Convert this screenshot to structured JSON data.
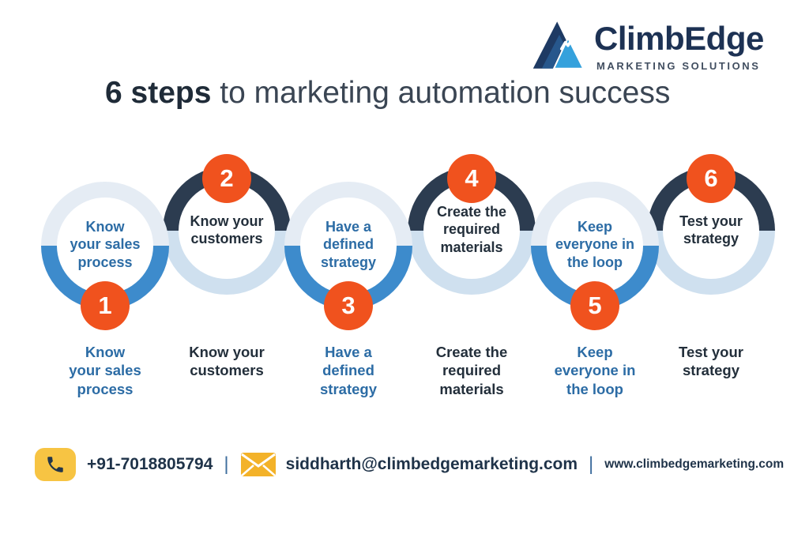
{
  "logo": {
    "name": "ClimbEdge",
    "tagline": "MARKETING SOLUTIONS"
  },
  "title": {
    "highlight": "6 steps",
    "rest": " to marketing automation success"
  },
  "steps": [
    {
      "number": "1",
      "text": "Know\nyour sales\nprocess",
      "caption": "Know\nyour sales\nprocess",
      "theme": "blue"
    },
    {
      "number": "2",
      "text": "Know your\ncustomers",
      "caption": "Know your\ncustomers",
      "theme": "dark"
    },
    {
      "number": "3",
      "text": "Have a\ndefined\nstrategy",
      "caption": "Have a\ndefined\nstrategy",
      "theme": "blue"
    },
    {
      "number": "4",
      "text": "Create the\nrequired\nmaterials",
      "caption": "Create the\nrequired\nmaterials",
      "theme": "dark"
    },
    {
      "number": "5",
      "text": "Keep\neveryone in\nthe loop",
      "caption": "Keep\neveryone in\nthe loop",
      "theme": "blue"
    },
    {
      "number": "6",
      "text": "Test your\nstrategy",
      "caption": "Test your\nstrategy",
      "theme": "dark"
    }
  ],
  "footer": {
    "phone": "+91-7018805794",
    "separator": "|",
    "email": "siddharth@climbedgemarketing.com",
    "website": "www.climbedgemarketing.com"
  },
  "colors": {
    "orange": "#f0521e",
    "blue_arc": "#3d8bcc",
    "navy_arc": "#2c3c50",
    "pale_arc_top": "#e5ecf4",
    "pale_arc_bottom": "#cfe0ef",
    "blue_text": "#2c6ca5",
    "dark_text": "#232f3b",
    "yellow_icon": "#f7c443",
    "navy_footer_text": "#1f3349"
  }
}
